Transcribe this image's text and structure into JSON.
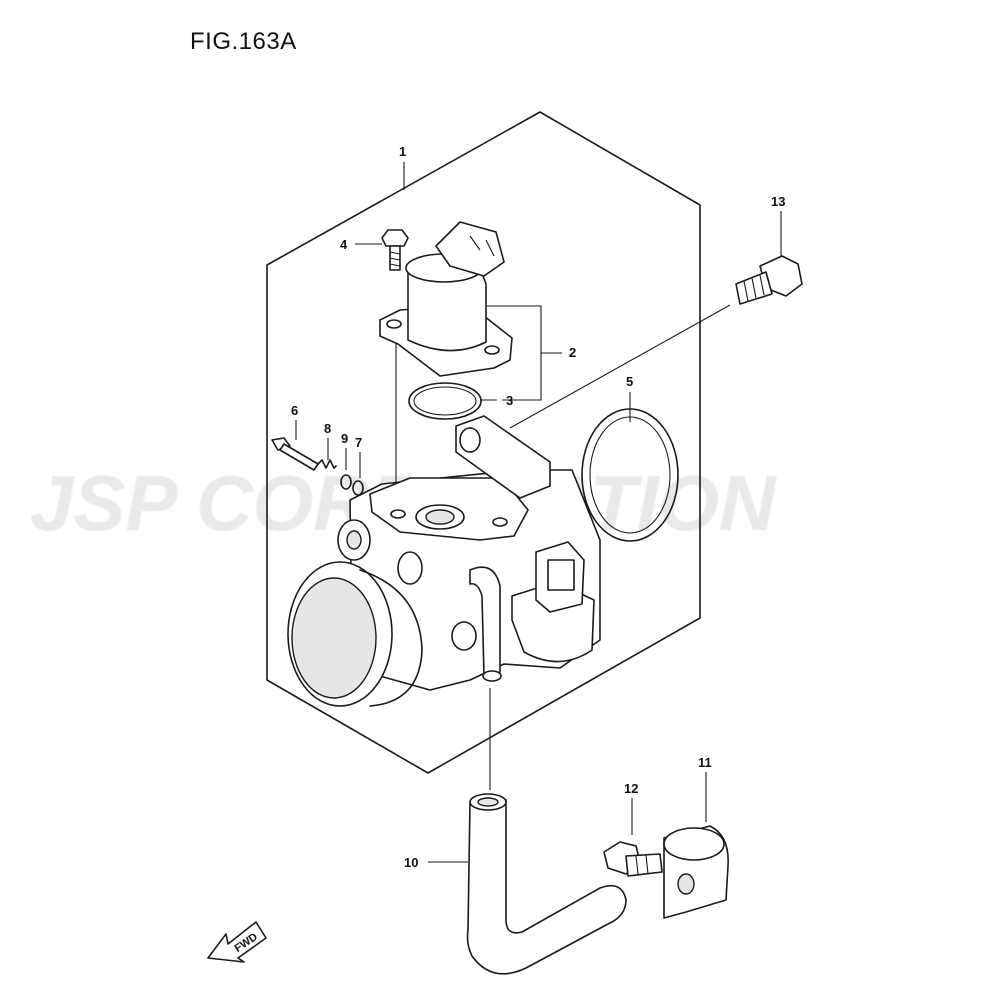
{
  "figure": {
    "title": "FIG.163A"
  },
  "watermark": {
    "text": "JSP CORPORATION"
  },
  "callouts": [
    {
      "id": "1",
      "label": "1"
    },
    {
      "id": "2",
      "label": "2"
    },
    {
      "id": "3",
      "label": "3"
    },
    {
      "id": "4",
      "label": "4"
    },
    {
      "id": "5",
      "label": "5"
    },
    {
      "id": "6",
      "label": "6"
    },
    {
      "id": "7",
      "label": "7"
    },
    {
      "id": "8",
      "label": "8"
    },
    {
      "id": "9",
      "label": "9"
    },
    {
      "id": "10",
      "label": "10"
    },
    {
      "id": "11",
      "label": "11"
    },
    {
      "id": "12",
      "label": "12"
    },
    {
      "id": "13",
      "label": "13"
    }
  ],
  "direction_arrow": {
    "label": "FWD"
  }
}
